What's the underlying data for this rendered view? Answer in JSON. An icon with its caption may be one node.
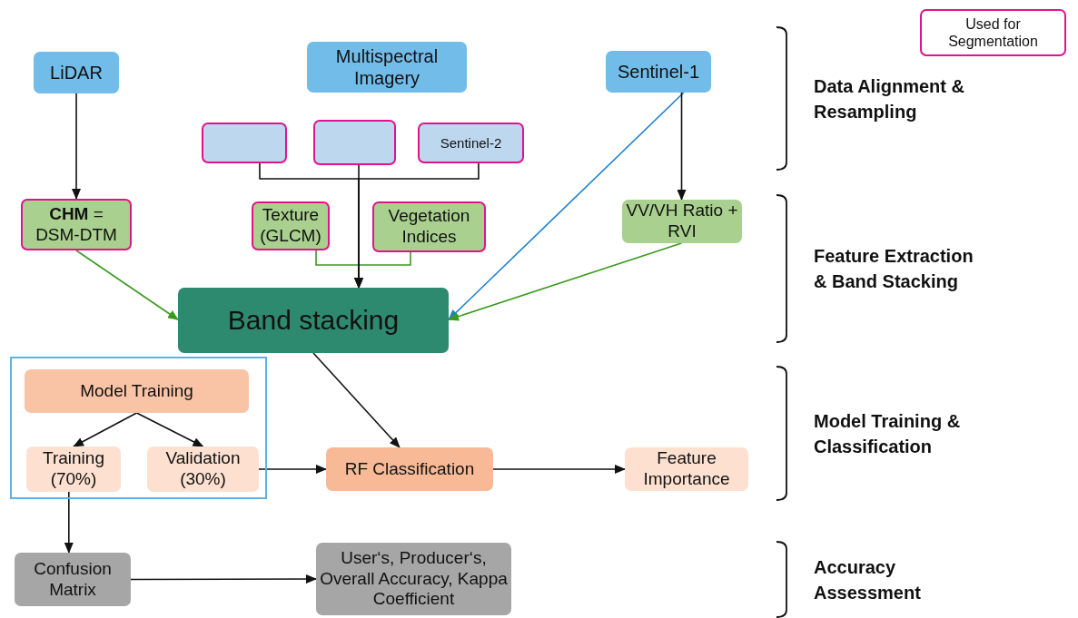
{
  "diagram": {
    "nodes": [
      {
        "text": [
          "LiDAR"
        ]
      },
      {
        "text": [
          "Multispectral Imagery"
        ]
      },
      {
        "text": [
          "Sentinel-1"
        ]
      },
      {
        "text": [],
        "shape": "box"
      },
      {
        "text": [],
        "shape": "box"
      },
      {
        "text": [
          "Sentinel-2"
        ]
      },
      {
        "text": [
          "**CHM** = DSM-DTM"
        ]
      },
      {
        "text": [
          "Texture (GLCM)"
        ]
      },
      {
        "text": [
          "Vegetation Indices"
        ]
      },
      {
        "text": [
          "VV/VH Ratio + RVI"
        ]
      },
      {
        "text": [
          "Band stacking"
        ]
      },
      {
        "text": [],
        "shape": "box"
      },
      {
        "text": [
          "Model Training"
        ],
        "in": 11
      },
      {
        "text": [
          "Training (70%)"
        ],
        "in": 11
      },
      {
        "text": [
          "Validation (30%)"
        ],
        "in": 11
      },
      {
        "text": [
          "RF Classification"
        ]
      },
      {
        "text": [
          "Feature Importance"
        ]
      },
      {
        "text": [
          "Confusion Matrix"
        ]
      },
      {
        "text": [
          "User‘s, Producer‘s, Overall Accuracy, Kappa Coefficient"
        ]
      }
    ],
    "edges": [
      {
        "from": 0,
        "to": 6,
        "arrow": "to"
      },
      {
        "from": 3,
        "to": 10,
        "arrow": "to"
      },
      {
        "from": 4,
        "to": 10,
        "arrow": "to"
      },
      {
        "from": 5,
        "to": 10,
        "arrow": "to"
      },
      {
        "from": 7,
        "to": 10,
        "arrow": "to",
        "color": "#3a9a1e"
      },
      {
        "from": 8,
        "to": 10,
        "arrow": "to",
        "color": "#3a9a1e"
      },
      {
        "from": 2,
        "to": 9,
        "arrow": "to"
      },
      {
        "from": 2,
        "to": 10,
        "arrow": "to",
        "color": "#1a7fd0"
      },
      {
        "from": 6,
        "to": 10,
        "arrow": "to",
        "color": "#3a9a1e"
      },
      {
        "from": 9,
        "to": 10,
        "arrow": "to",
        "color": "#3a9a1e"
      },
      {
        "from": 10,
        "to": 15,
        "arrow": "to"
      },
      {
        "from": 12,
        "to": 13,
        "arrow": "to"
      },
      {
        "from": 12,
        "to": 14,
        "arrow": "to"
      },
      {
        "from": 14,
        "to": 15,
        "arrow": "to"
      },
      {
        "from": 15,
        "to": 16,
        "arrow": "to"
      },
      {
        "from": 13,
        "to": 17,
        "arrow": "to"
      },
      {
        "from": 17,
        "to": 18,
        "arrow": "to"
      }
    ],
    "labels": [
      "Data Alignment & Resampling",
      "Feature Extraction & Band Stacking",
      "Model Training & Classification",
      "Accuracy Assessment"
    ],
    "legend": [
      {
        "text": "Used for Segmentation"
      }
    ]
  }
}
